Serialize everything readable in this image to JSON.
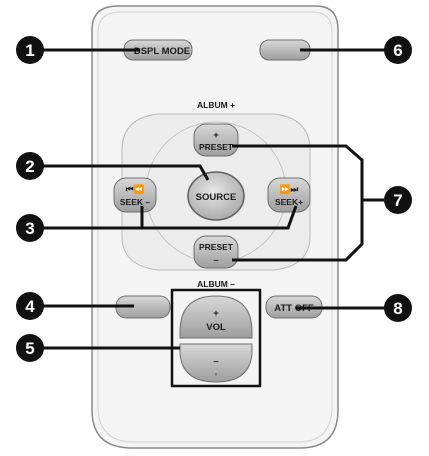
{
  "remote": {
    "buttons": {
      "dspl_mode": "DSPL MODE",
      "album_plus": "ALBUM +",
      "preset_plus_sign": "+",
      "preset_plus": "PRESET",
      "source": "SOURCE",
      "seek_minus": "SEEK –",
      "seek_minus_icon": "⏮⏪",
      "seek_plus": "SEEK+",
      "seek_plus_icon": "⏩⏭",
      "preset_minus": "PRESET",
      "preset_minus_sign": "–",
      "album_minus": "ALBUM –",
      "vol_plus_sign": "+",
      "vol": "VOL",
      "vol_minus_sign": "–",
      "vol_minus_dot": "◦",
      "att_off": "ATT OFF"
    },
    "colors": {
      "body": "#f4f4f4",
      "button": "#bdbdbd",
      "callout": "#111111"
    }
  },
  "callouts": [
    "1",
    "2",
    "3",
    "4",
    "5",
    "6",
    "7",
    "8"
  ]
}
